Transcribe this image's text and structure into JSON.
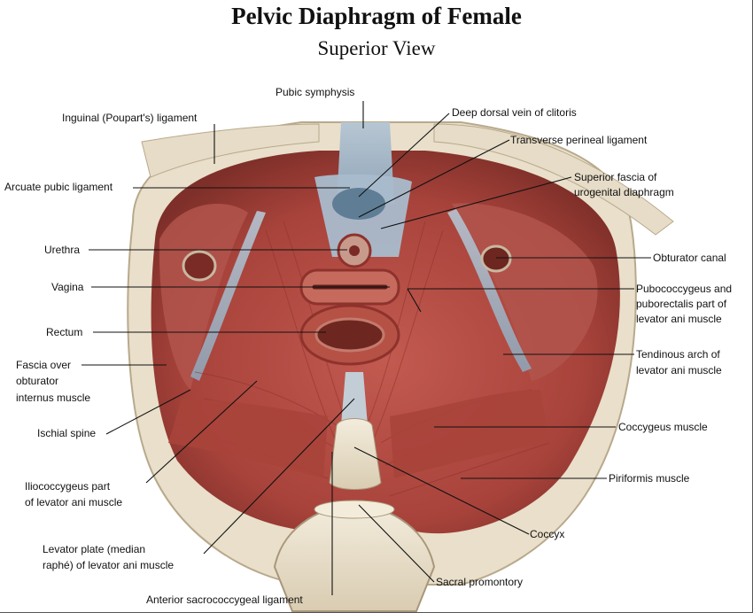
{
  "title": "Pelvic Diaphragm of Female",
  "subtitle": "Superior View",
  "labels": {
    "pubic_symphysis": "Pubic symphysis",
    "inguinal_ligament": "Inguinal (Poupart's) ligament",
    "deep_dorsal_vein": "Deep dorsal vein of clitoris",
    "transverse_perineal": "Transverse perineal ligament",
    "superior_fascia_1": "Superior fascia of",
    "superior_fascia_2": "urogenital diaphragm",
    "arcuate_pubic": "Arcuate pubic ligament",
    "urethra": "Urethra",
    "obturator_canal": "Obturator canal",
    "vagina": "Vagina",
    "pubococcygeus_1": "Pubococcygeus and",
    "pubococcygeus_2": "puborectalis part of",
    "pubococcygeus_3": "levator ani muscle",
    "rectum": "Rectum",
    "tendinous_1": "Tendinous arch of",
    "tendinous_2": "levator ani muscle",
    "fascia_obturator_1": "Fascia over",
    "fascia_obturator_2": "obturator",
    "fascia_obturator_3": "internus muscle",
    "coccygeus": "Coccygeus muscle",
    "ischial_spine": "Ischial spine",
    "piriformis": "Piriformis muscle",
    "iliococcygeus_1": "Iliococcygeus part",
    "iliococcygeus_2": "of levator ani muscle",
    "coccyx": "Coccyx",
    "levator_plate_1": "Levator plate (median",
    "levator_plate_2": "raphé) of levator ani muscle",
    "sacral_promontory": "Sacral promontory",
    "anterior_sacrococcygeal": "Anterior sacrococcygeal ligament"
  },
  "colors": {
    "muscle": "#b24a42",
    "muscle_dark": "#8e322c",
    "fascia": "#9fb3c4",
    "bone": "#efe6d2",
    "leader": "#111111"
  }
}
